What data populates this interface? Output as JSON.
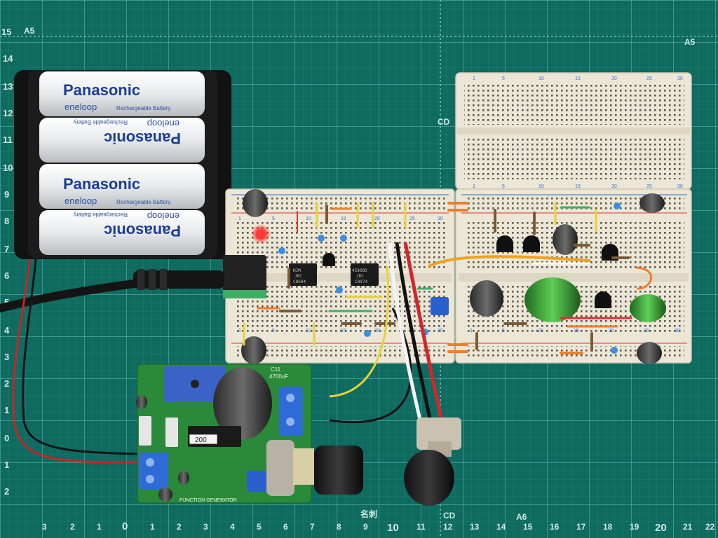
{
  "mat": {
    "left_numbers": [
      "15",
      "14",
      "13",
      "12",
      "11",
      "10",
      "9",
      "8",
      "7",
      "6",
      "5",
      "4",
      "3",
      "2",
      "1",
      "0",
      "1",
      "2"
    ],
    "bottom_numbers": [
      "3",
      "2",
      "1",
      "0",
      "1",
      "2",
      "3",
      "4",
      "5",
      "6",
      "7",
      "8",
      "9",
      "10",
      "11",
      "12",
      "13",
      "14",
      "15",
      "16",
      "17",
      "18",
      "19",
      "20",
      "21",
      "22"
    ],
    "labels": {
      "a5_top_left": "A5",
      "a5_top_right": "A5",
      "cd_top": "CD",
      "meishi": "名刺",
      "cd_bottom": "CD",
      "a6_bottom": "A6"
    }
  },
  "battery": {
    "brand": "Panasonic",
    "subbrand": "eneloop",
    "tagline": "Rechargeable Battery"
  },
  "chips": [
    {
      "top": "NJM",
      "mid": "JRC",
      "bot": "C8694"
    },
    {
      "top": "4580DD",
      "mid": "JRC",
      "bot": "C8974"
    }
  ],
  "pcb": {
    "title": "FUNCTION GENERATOR",
    "cap_label": "C11",
    "cap_value": "4700uF",
    "marker": "200"
  },
  "breadboard_columns": [
    "1",
    "5",
    "10",
    "15",
    "20",
    "25",
    "30"
  ],
  "colors": {
    "mat": "#0f6a60",
    "grid": "#3f978c",
    "breadboard": "#ece6d6",
    "pcb": "#2a8a3a",
    "led": "#ff2a2a"
  }
}
